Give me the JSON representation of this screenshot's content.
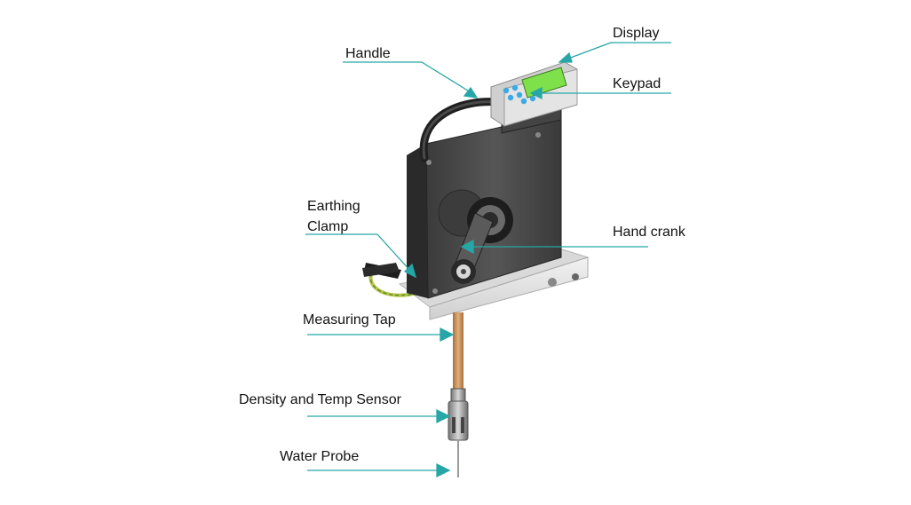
{
  "labels": {
    "handle": "Handle",
    "display": "Display",
    "keypad": "Keypad",
    "earthing_clamp_line1": "Earthing",
    "earthing_clamp_line2": "Clamp",
    "hand_crank": "Hand crank",
    "measuring_tap": "Measuring Tap",
    "density_temp_sensor": "Density and Temp Sensor",
    "water_probe": "Water Probe"
  },
  "colors": {
    "leader_line": "#26a6a6",
    "housing": "#4a4a4a",
    "housing_dark": "#2f2f2f",
    "base_plate": "#e6e6e6",
    "display_screen": "#7ee04a",
    "keypad_buttons": "#3ba9e8",
    "tape": "#c9915a"
  }
}
